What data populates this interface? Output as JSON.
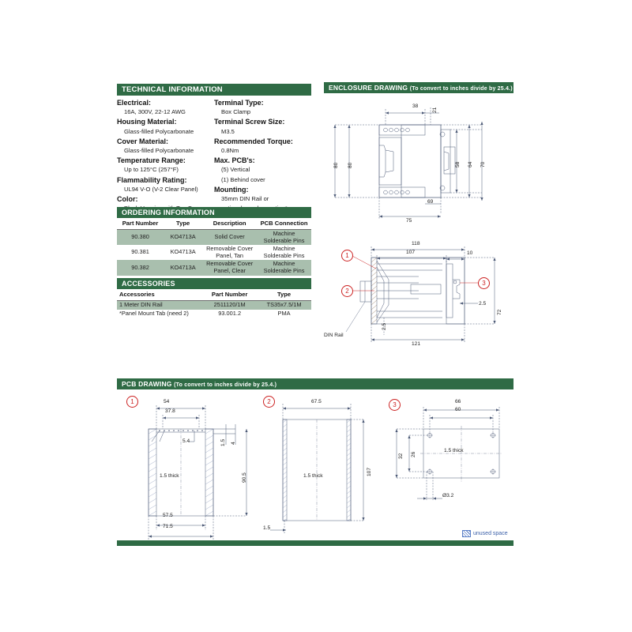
{
  "technical": {
    "header": "TECHNICAL INFORMATION",
    "left": [
      {
        "label": "Electrical:",
        "value": "16A, 300V, 22-12 AWG"
      },
      {
        "label": "Housing Material:",
        "value": "Glass-filled Polycarbonate"
      },
      {
        "label": "Cover Material:",
        "value": "Glass-filled Polycarbonate"
      },
      {
        "label": "Temperature Range:",
        "value": "Up to 125°C (257°F)"
      },
      {
        "label": "Flammability Rating:",
        "value": "UL94 V-O (V-2 Clear Panel)"
      },
      {
        "label": "Color:",
        "value": "Black Housing with Tan Cover"
      }
    ],
    "right": [
      {
        "label": "Terminal Type:",
        "value": "Box Clamp"
      },
      {
        "label": "Terminal Screw Size:",
        "value": "M3.5"
      },
      {
        "label": "Recommended Torque:",
        "value": "0.8Nm"
      },
      {
        "label": "Max. PCB's:",
        "value": "(5) Vertical",
        "value2": "(1) Behind cover"
      },
      {
        "label": "Mounting:",
        "value": "35mm DIN Rail or",
        "value2": "optional panel mounting*"
      }
    ]
  },
  "ordering": {
    "header": "ORDERING INFORMATION",
    "columns": [
      "Part Number",
      "Type",
      "Description",
      "PCB Connection"
    ],
    "rows": [
      {
        "part": "90.380",
        "type": "KO4713A",
        "desc": "Solid Cover",
        "desc2": "",
        "pcb": "Machine",
        "pcb2": "Solderable Pins"
      },
      {
        "part": "90.381",
        "type": "KO4713A",
        "desc": "Removable Cover",
        "desc2": "Panel, Tan",
        "pcb": "Machine",
        "pcb2": "Solderable Pins"
      },
      {
        "part": "90.382",
        "type": "KO4713A",
        "desc": "Removable Cover",
        "desc2": "Panel, Clear",
        "pcb": "Machine",
        "pcb2": "Solderable Pins"
      }
    ]
  },
  "accessories": {
    "header": "ACCESSORIES",
    "columns": [
      "Accessories",
      "Part Number",
      "Type"
    ],
    "rows": [
      {
        "name": "1 Meter DIN Rail",
        "part": "2511120/1M",
        "type": "TS35x7.5/1M"
      },
      {
        "name": "*Panel Mount Tab (need 2)",
        "part": "93.001.2",
        "type": "PMA"
      }
    ]
  },
  "enclosure": {
    "header": "ENCLOSURE DRAWING",
    "header_sub": "(To convert to inches divide by 25.4.)",
    "view_top": {
      "dims": {
        "d38": "38",
        "d80_outer": "80",
        "d80_inner": "80",
        "d21": "21",
        "d58": "58",
        "d64": "64",
        "d70": "70",
        "d69": "69",
        "d75": "75"
      }
    },
    "view_side": {
      "dims": {
        "d118": "118",
        "d107": "107",
        "d10": "10",
        "d72": "72",
        "d25_right": "2.5",
        "d25_bottom": "2.5",
        "d121": "121"
      },
      "balloons": [
        "1",
        "2",
        "3"
      ],
      "label_din_rail": "DIN Rail"
    }
  },
  "pcb": {
    "header": "PCB DRAWING",
    "header_sub": "(To convert to inches divide by 25.4.)",
    "views": [
      {
        "balloon": "1",
        "dims": {
          "d54": "54",
          "d378": "37.8",
          "d54b": "5.4",
          "d15": "1.5",
          "d4": "4",
          "d905": "90.5",
          "d575": "57.5",
          "d715": "71.5"
        },
        "thickness": "1.5 thick"
      },
      {
        "balloon": "2",
        "dims": {
          "d675": "67.5",
          "d107": "107",
          "d15": "1.5"
        },
        "thickness": "1.5 thick"
      },
      {
        "balloon": "3",
        "dims": {
          "d66": "66",
          "d60": "60",
          "d32": "32",
          "d26": "26",
          "dhole": "Ø3.2"
        },
        "thickness": "1.5 thick"
      }
    ]
  },
  "footer": {
    "legend": "unused space"
  },
  "colors": {
    "bar_green": "#2f6b45",
    "row_shade": "#a9bfae",
    "balloon_red": "#cc2222",
    "legend_blue": "#3a5fa8"
  }
}
